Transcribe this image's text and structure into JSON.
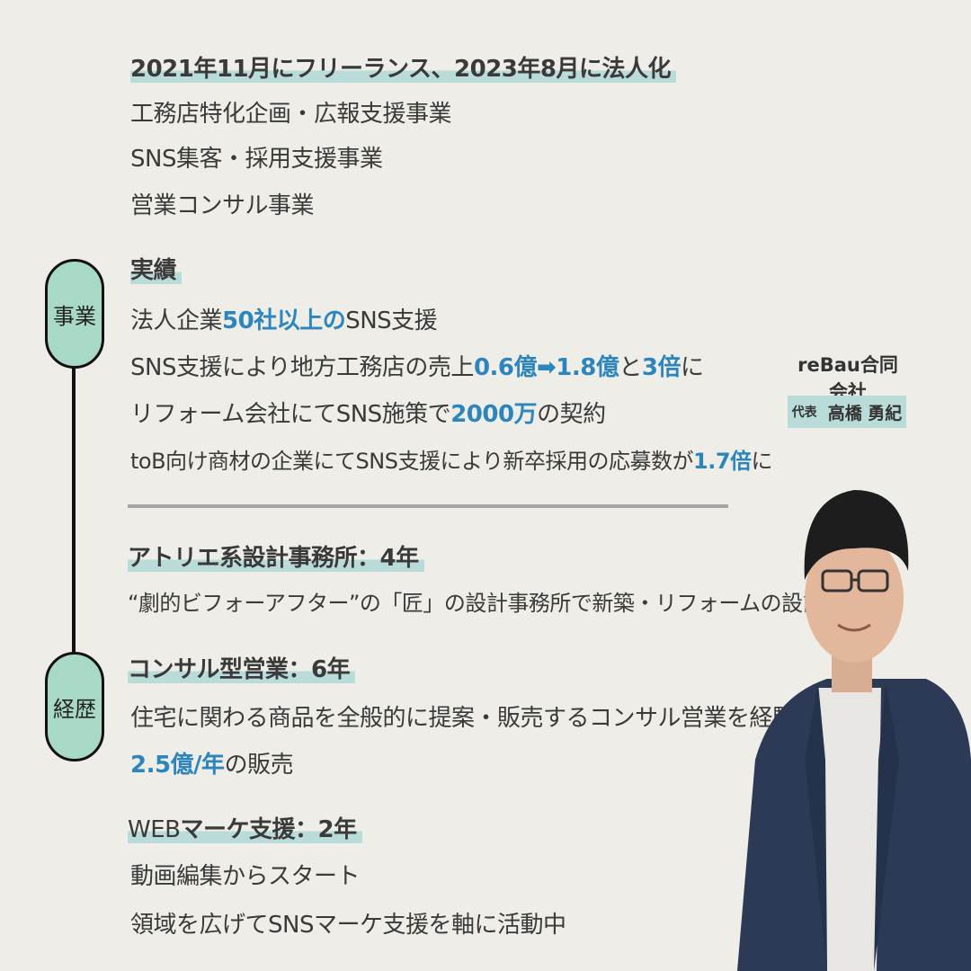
{
  "business": {
    "heading": "2021年11月にフリーランス、2023年8月に法人化",
    "items": [
      "工務店特化企画・広報支援事業",
      "SNS集客・採用支援事業",
      "営業コンサル事業"
    ]
  },
  "results": {
    "heading": "実績",
    "line1": [
      "法人企業",
      "50社以上の",
      "SNS支援"
    ],
    "line2": [
      "SNS支援により地方工務店の売上",
      "0.6億➡1.8億",
      "と",
      "3倍",
      "に"
    ],
    "line3": [
      "リフォーム会社にてSNS施策で",
      "2000万",
      "の契約"
    ],
    "line4": [
      "toB向け商材の企業にてSNS支援により新卒採用の応募数が",
      "1.7倍",
      "に"
    ]
  },
  "timeline": {
    "business_label": "事業",
    "career_label": "経歴"
  },
  "company": {
    "name": "reBau合同会社",
    "title": "代表",
    "person": "高橋 勇紀"
  },
  "career": [
    {
      "heading": "アトリエ系設計事務所：4年",
      "desc": "“劇的ビフォーアフター”の「匠」の設計事務所で新築・リフォームの設計修行"
    },
    {
      "heading": "コンサル型営業：6年",
      "desc": "住宅に関わる商品を全般的に提案・販売するコンサル営業を経験",
      "extra": [
        "2.5億/年",
        "の販売"
      ]
    },
    {
      "heading_prefix": "WEB",
      "heading": "マーケ支援：2年",
      "desc": "動画編集からスタート",
      "desc2": "領域を広げてSNSマーケ支援を軸に活動中"
    }
  ],
  "colors": {
    "accent_blue": "#2c86bd",
    "highlight": "#b9dcd9",
    "circle": "#a8d9c6",
    "background": "#eeede7"
  },
  "photo": {
    "icon": "person-photo"
  }
}
